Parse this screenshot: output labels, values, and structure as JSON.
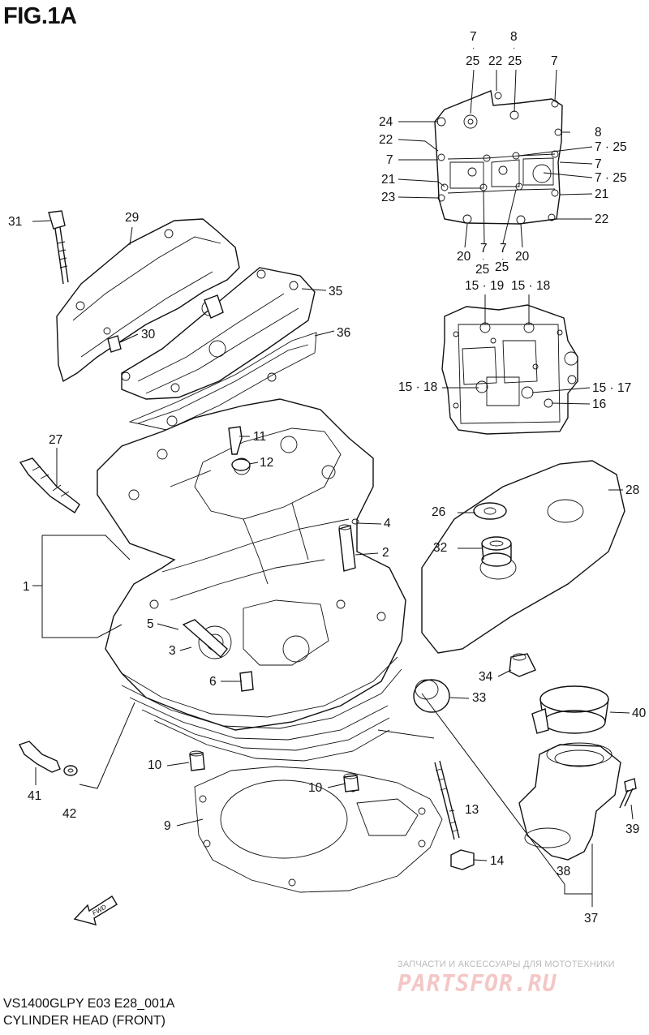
{
  "figure": {
    "title": "FIG.1A",
    "model_code": "VS1400GLPY E03 E28_001A",
    "caption": "CYLINDER HEAD (FRONT)"
  },
  "watermark": {
    "tagline": "ЗАПЧАСТИ И АКСЕССУАРЫ ДЛЯ МОТОТЕХНИКИ",
    "logo": "PARTSFOR.RU"
  },
  "callouts": [
    {
      "id": "c1",
      "text": "7"
    },
    {
      "id": "c2",
      "text": "8"
    },
    {
      "id": "c3",
      "text": "25"
    },
    {
      "id": "c4",
      "text": "22"
    },
    {
      "id": "c5",
      "text": "25"
    },
    {
      "id": "c6",
      "text": "7"
    },
    {
      "id": "c7",
      "text": "24"
    },
    {
      "id": "c8",
      "text": "8"
    },
    {
      "id": "c9",
      "text": "22"
    },
    {
      "id": "c10",
      "text": "7 · 25"
    },
    {
      "id": "c11",
      "text": "7"
    },
    {
      "id": "c12",
      "text": "7"
    },
    {
      "id": "c13",
      "text": "7 · 25"
    },
    {
      "id": "c14",
      "text": "21"
    },
    {
      "id": "c15",
      "text": "21"
    },
    {
      "id": "c16",
      "text": "23"
    },
    {
      "id": "c17",
      "text": "22"
    },
    {
      "id": "c18",
      "text": "20"
    },
    {
      "id": "c19",
      "text": "7"
    },
    {
      "id": "c20",
      "text": "7"
    },
    {
      "id": "c21",
      "text": "20"
    },
    {
      "id": "c22",
      "text": "25"
    },
    {
      "id": "c23",
      "text": "25"
    },
    {
      "id": "c24",
      "text": "31"
    },
    {
      "id": "c25",
      "text": "29"
    },
    {
      "id": "c26",
      "text": "35"
    },
    {
      "id": "c27",
      "text": "36"
    },
    {
      "id": "c28",
      "text": "30"
    },
    {
      "id": "c29",
      "text": "15 · 19"
    },
    {
      "id": "c30",
      "text": "15 · 18"
    },
    {
      "id": "c31",
      "text": "15 · 18"
    },
    {
      "id": "c32",
      "text": "15 · 17"
    },
    {
      "id": "c33",
      "text": "16"
    },
    {
      "id": "c34",
      "text": "27"
    },
    {
      "id": "c35",
      "text": "11"
    },
    {
      "id": "c36",
      "text": "12"
    },
    {
      "id": "c37",
      "text": "28"
    },
    {
      "id": "c38",
      "text": "26"
    },
    {
      "id": "c39",
      "text": "4"
    },
    {
      "id": "c40",
      "text": "2"
    },
    {
      "id": "c41",
      "text": "32"
    },
    {
      "id": "c42",
      "text": "1"
    },
    {
      "id": "c43",
      "text": "5"
    },
    {
      "id": "c44",
      "text": "3"
    },
    {
      "id": "c45",
      "text": "6"
    },
    {
      "id": "c46",
      "text": "34"
    },
    {
      "id": "c47",
      "text": "33"
    },
    {
      "id": "c48",
      "text": "40"
    },
    {
      "id": "c49",
      "text": "10"
    },
    {
      "id": "c50",
      "text": "10"
    },
    {
      "id": "c51",
      "text": "41"
    },
    {
      "id": "c52",
      "text": "42"
    },
    {
      "id": "c53",
      "text": "13"
    },
    {
      "id": "c54",
      "text": "39"
    },
    {
      "id": "c55",
      "text": "9"
    },
    {
      "id": "c56",
      "text": "14"
    },
    {
      "id": "c57",
      "text": "38"
    },
    {
      "id": "c58",
      "text": "37"
    }
  ],
  "dots": [
    {
      "id": "d1",
      "text": "·"
    },
    {
      "id": "d2",
      "text": "·"
    },
    {
      "id": "d3",
      "text": "·"
    },
    {
      "id": "d4",
      "text": "·"
    }
  ],
  "fwd_arrow": {
    "text": "FWD"
  }
}
